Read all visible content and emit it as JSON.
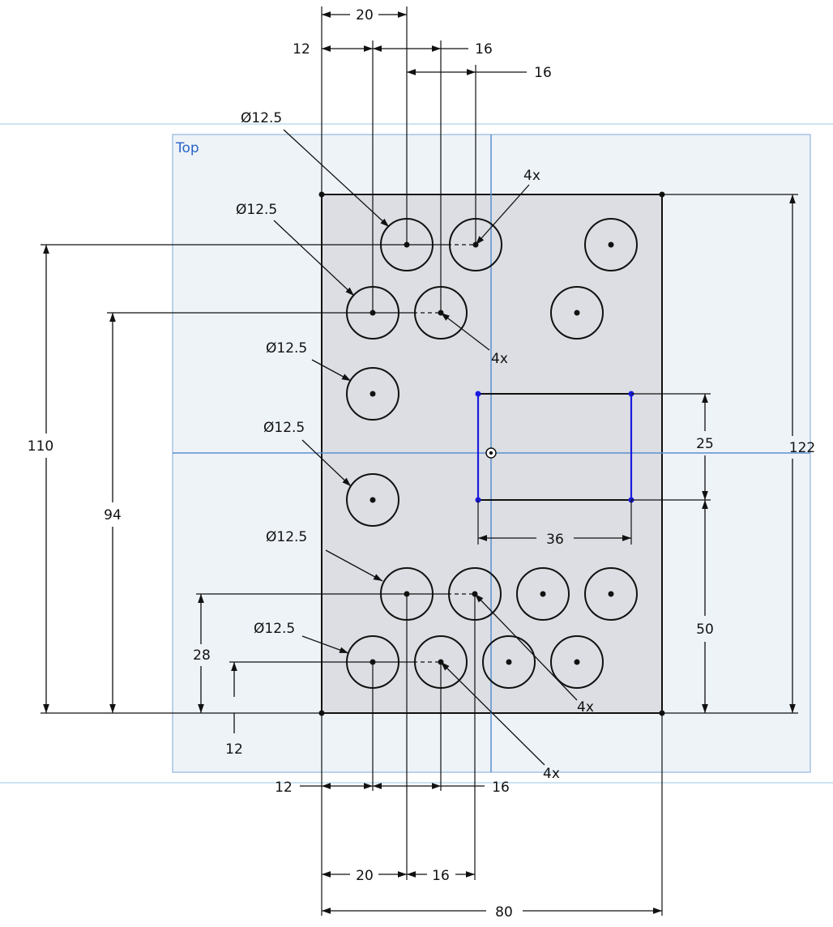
{
  "view": {
    "plane_label": "Top",
    "plane_color": "#2a63c8",
    "plane_line_color": "#9ac7e6",
    "plane_fill": "#eef3f8",
    "part_fill": "#dcdee3",
    "line_color": "#111111",
    "selected_color": "#1a1adf"
  },
  "dimensions": {
    "top_width_20": "20",
    "top_offset_12": "12",
    "top_pitch_16a": "16",
    "top_pitch_16b": "16",
    "left_height_110": "110",
    "left_height_94": "94",
    "left_height_28": "28",
    "left_height_12": "12",
    "right_height_122": "122",
    "slot_height_25": "25",
    "slot_width_36": "36",
    "slot_offset_50": "50",
    "bottom_offset_12": "12",
    "bottom_pitch_16": "16",
    "bottom_width_20": "20",
    "bottom_pitch_16b": "16",
    "overall_width_80": "80"
  },
  "callouts": {
    "dia_1": "Ø12.5",
    "dia_2": "Ø12.5",
    "dia_3": "Ø12.5",
    "dia_4": "Ø12.5",
    "dia_5": "Ø12.5",
    "dia_6": "Ø12.5",
    "pattern_1": "4x",
    "pattern_2": "4x",
    "pattern_3": "4x",
    "pattern_4": "4x"
  }
}
